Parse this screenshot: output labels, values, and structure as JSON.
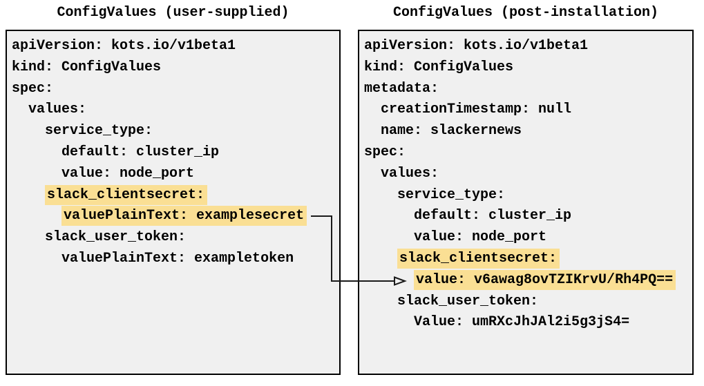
{
  "left_panel": {
    "title": "ConfigValues (user-supplied)",
    "lines": [
      {
        "indent": "",
        "text": "apiVersion: kots.io/v1beta1",
        "highlighted": false
      },
      {
        "indent": "",
        "text": "kind: ConfigValues",
        "highlighted": false
      },
      {
        "indent": "",
        "text": "spec:",
        "highlighted": false
      },
      {
        "indent": "  ",
        "text": "values:",
        "highlighted": false
      },
      {
        "indent": "    ",
        "text": "service_type:",
        "highlighted": false
      },
      {
        "indent": "      ",
        "text": "default: cluster_ip",
        "highlighted": false
      },
      {
        "indent": "      ",
        "text": "value: node_port",
        "highlighted": false
      },
      {
        "indent": "    ",
        "text": "slack_clientsecret:",
        "highlighted": true
      },
      {
        "indent": "      ",
        "text": "valuePlainText: examplesecret",
        "highlighted": true
      },
      {
        "indent": "    ",
        "text": "slack_user_token:",
        "highlighted": false
      },
      {
        "indent": "      ",
        "text": "valuePlainText: exampletoken",
        "highlighted": false
      }
    ]
  },
  "right_panel": {
    "title": "ConfigValues (post-installation)",
    "lines": [
      {
        "indent": "",
        "text": "apiVersion: kots.io/v1beta1",
        "highlighted": false
      },
      {
        "indent": "",
        "text": "kind: ConfigValues",
        "highlighted": false
      },
      {
        "indent": "",
        "text": "metadata:",
        "highlighted": false
      },
      {
        "indent": "  ",
        "text": "creationTimestamp: null",
        "highlighted": false
      },
      {
        "indent": "  ",
        "text": "name: slackernews",
        "highlighted": false
      },
      {
        "indent": "",
        "text": "spec:",
        "highlighted": false
      },
      {
        "indent": "  ",
        "text": "values:",
        "highlighted": false
      },
      {
        "indent": "    ",
        "text": "service_type:",
        "highlighted": false
      },
      {
        "indent": "      ",
        "text": "default: cluster_ip",
        "highlighted": false
      },
      {
        "indent": "      ",
        "text": "value: node_port",
        "highlighted": false
      },
      {
        "indent": "    ",
        "text": "slack_clientsecret:",
        "highlighted": true
      },
      {
        "indent": "      ",
        "text": "value: v6awag8ovTZIKrvU/Rh4PQ==",
        "highlighted": true
      },
      {
        "indent": "    ",
        "text": "slack_user_token:",
        "highlighted": false
      },
      {
        "indent": "      ",
        "text": "Value: umRXcJhJAl2i5g3jS4=",
        "highlighted": false
      }
    ]
  },
  "connector": {
    "style": "elbow-arrow",
    "from_text": "valuePlainText: examplesecret",
    "to_text": "value: v6awag8ovTZIKrvU/Rh4PQ=="
  },
  "colors": {
    "highlight": "#FADF94",
    "box_fill": "#F0F0F0",
    "box_border": "#000000",
    "text": "#000000",
    "arrow": "#1A1A1A",
    "background": "#FFFFFF"
  }
}
